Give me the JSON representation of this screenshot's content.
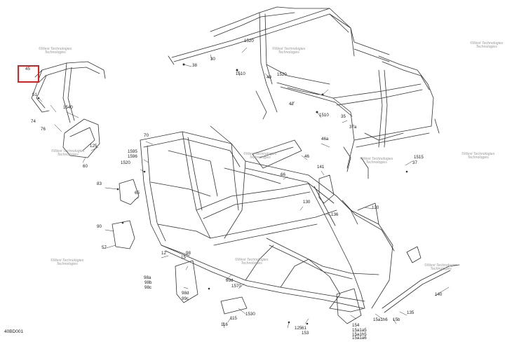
{
  "diagram": {
    "drawing_code": "40BD001",
    "highlight_color": "#e02020",
    "line_color": "#333333",
    "part_labels": [
      "45",
      "51",
      "74",
      "76",
      "1540",
      "60",
      "125",
      "70",
      "1595",
      "1596",
      "1520",
      "83",
      "65",
      "90",
      "57",
      "12",
      "15",
      "98",
      "98a",
      "98b",
      "98c",
      "98d",
      "99c",
      "99d",
      "1570",
      "1530",
      "115",
      "116",
      "125",
      "61",
      "153",
      "154",
      "15a1a5",
      "15a1h5",
      "15a1a6",
      "15a1h6",
      "15b",
      "135",
      "140",
      "120",
      "136",
      "130",
      "141",
      "66",
      "46",
      "46a",
      "1515",
      "37",
      "37a",
      "35",
      "1510",
      "42",
      "1520",
      "40",
      "1510",
      "1520",
      "30",
      "38"
    ],
    "watermark_lines": [
      "©West Technologies",
      "Technologies"
    ],
    "icons": [
      "frame-drawing",
      "roll-cage-drawing",
      "highlight-box"
    ]
  }
}
